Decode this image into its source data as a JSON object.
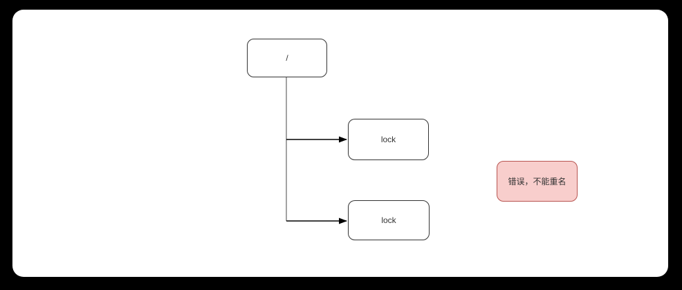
{
  "diagram": {
    "nodes": [
      {
        "id": "root",
        "label": "/"
      },
      {
        "id": "lock1",
        "label": "lock"
      },
      {
        "id": "lock2",
        "label": "lock"
      }
    ],
    "edges": [
      {
        "from": "root",
        "to": "lock1",
        "style": "orthogonal-arrow"
      },
      {
        "from": "root",
        "to": "lock2",
        "style": "orthogonal-arrow"
      }
    ],
    "error": {
      "label": "错误，不能重名"
    },
    "colors": {
      "page_bg": "#000000",
      "canvas_bg": "#ffffff",
      "node_fill": "#ffffff",
      "node_border": "#333333",
      "label": "#333333",
      "trunk": "#8c8c8c",
      "edge": "#000000",
      "error_fill": "#f8cecc",
      "error_stroke": "#b85450"
    }
  }
}
